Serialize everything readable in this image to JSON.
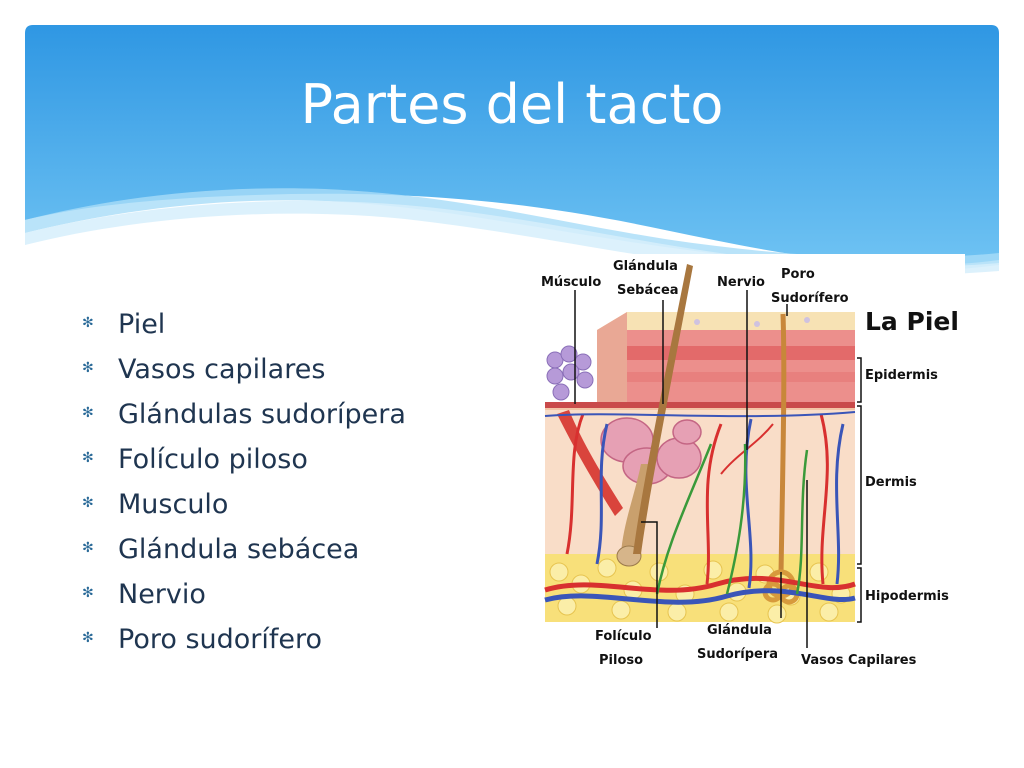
{
  "slide": {
    "title": "Partes del tacto",
    "accent": "#3aa5e8"
  },
  "bullets": [
    {
      "label": "Piel"
    },
    {
      "label": "Vasos capilares"
    },
    {
      "label": "Glándulas sudorípera"
    },
    {
      "label": "Folículo piloso"
    },
    {
      "label": "Musculo"
    },
    {
      "label": "Glándula sebácea"
    },
    {
      "label": "Nervio"
    },
    {
      "label": "Poro sudorífero"
    }
  ],
  "bullet_icon": "asterisk-icon",
  "figure": {
    "title": "La Piel",
    "top_labels": {
      "musculo": "Músculo",
      "glandula_sebacea_1": "Glándula",
      "glandula_sebacea_2": "Sebácea",
      "nervio": "Nervio",
      "poro_1": "Poro",
      "poro_2": "Sudorífero"
    },
    "layer_labels": {
      "epidermis": "Epidermis",
      "dermis": "Dermis",
      "hipodermis": "Hipodermis"
    },
    "bottom_labels": {
      "foliculo_1": "Folículo",
      "foliculo_2": "Piloso",
      "glandula_sudoripera_1": "Glándula",
      "glandula_sudoripera_2": "Sudorípera",
      "vasos": "Vasos Capilares"
    }
  }
}
